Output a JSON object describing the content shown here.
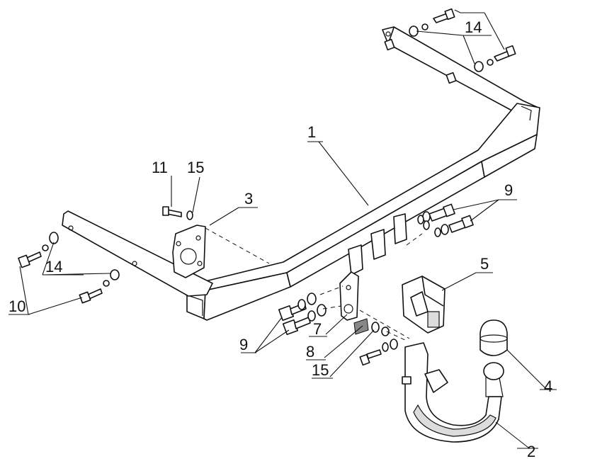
{
  "callouts": {
    "c1": "1",
    "c2": "2",
    "c3": "3",
    "c4": "4",
    "c5": "5",
    "c7": "7",
    "c8": "8",
    "c9_right": "9",
    "c9_left": "9",
    "c10": "10",
    "c11": "11",
    "c14_top": "14",
    "c14_left": "14",
    "c15_top": "15",
    "c15_bottom": "15"
  }
}
